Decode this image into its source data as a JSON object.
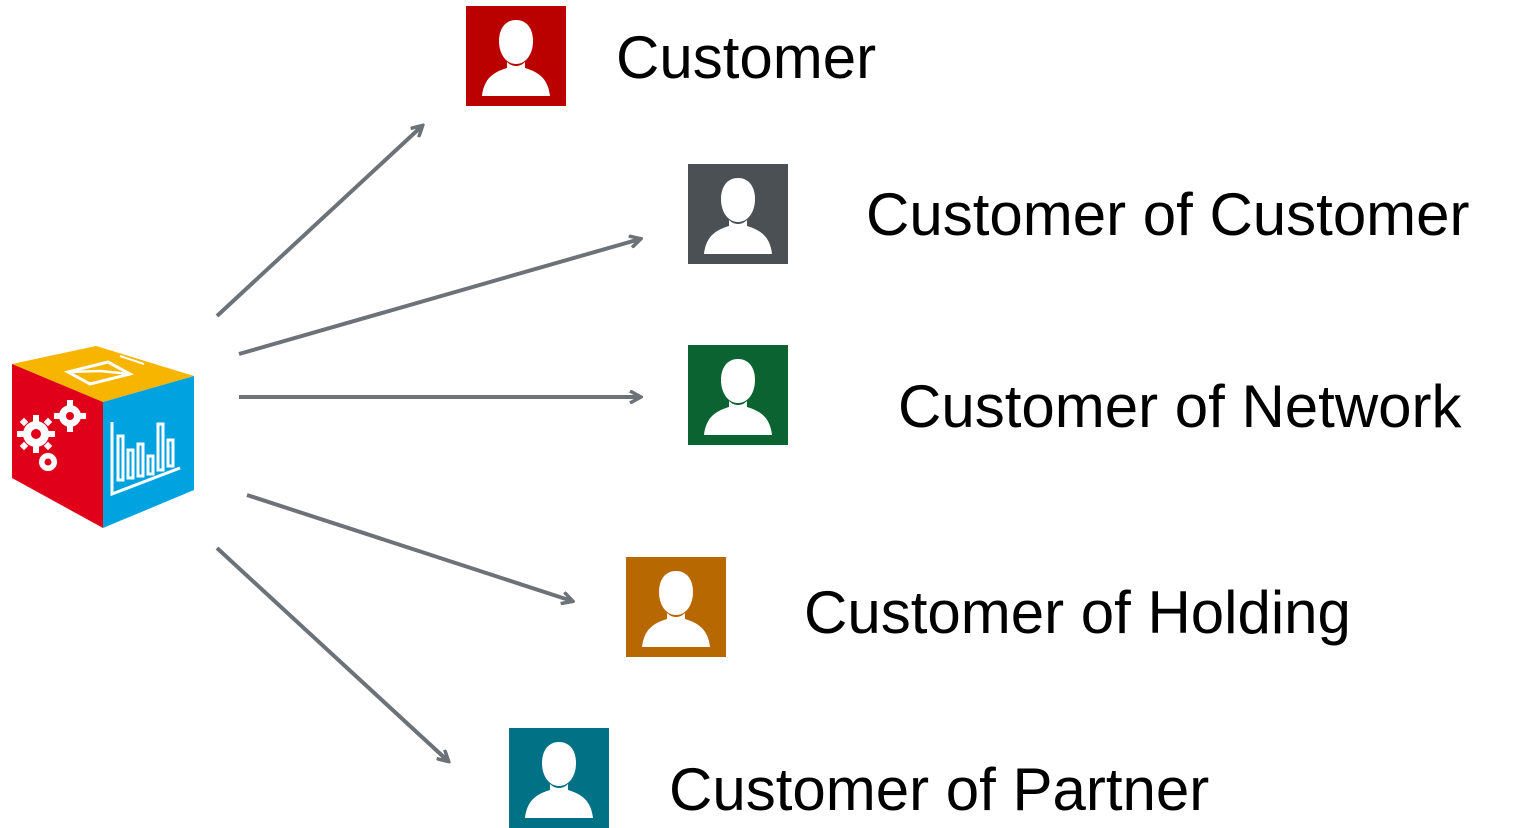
{
  "source": {
    "icon": "analytics-app-cube-icon"
  },
  "colors": {
    "arrow": "#6d7278",
    "cube_red": "#e0001a",
    "cube_yellow": "#f7b500",
    "cube_blue": "#00a3e0",
    "icon_figure": "#ffffff"
  },
  "nodes": [
    {
      "label": "Customer",
      "icon": "person-icon",
      "color": "#bb0000"
    },
    {
      "label": "Customer of Customer",
      "icon": "person-icon",
      "color": "#4b5055"
    },
    {
      "label": "Customer of Network",
      "icon": "person-icon",
      "color": "#0b6331"
    },
    {
      "label": "Customer of Holding",
      "icon": "person-icon",
      "color": "#b86800"
    },
    {
      "label": "Customer of Partner",
      "icon": "person-icon",
      "color": "#017185"
    }
  ]
}
